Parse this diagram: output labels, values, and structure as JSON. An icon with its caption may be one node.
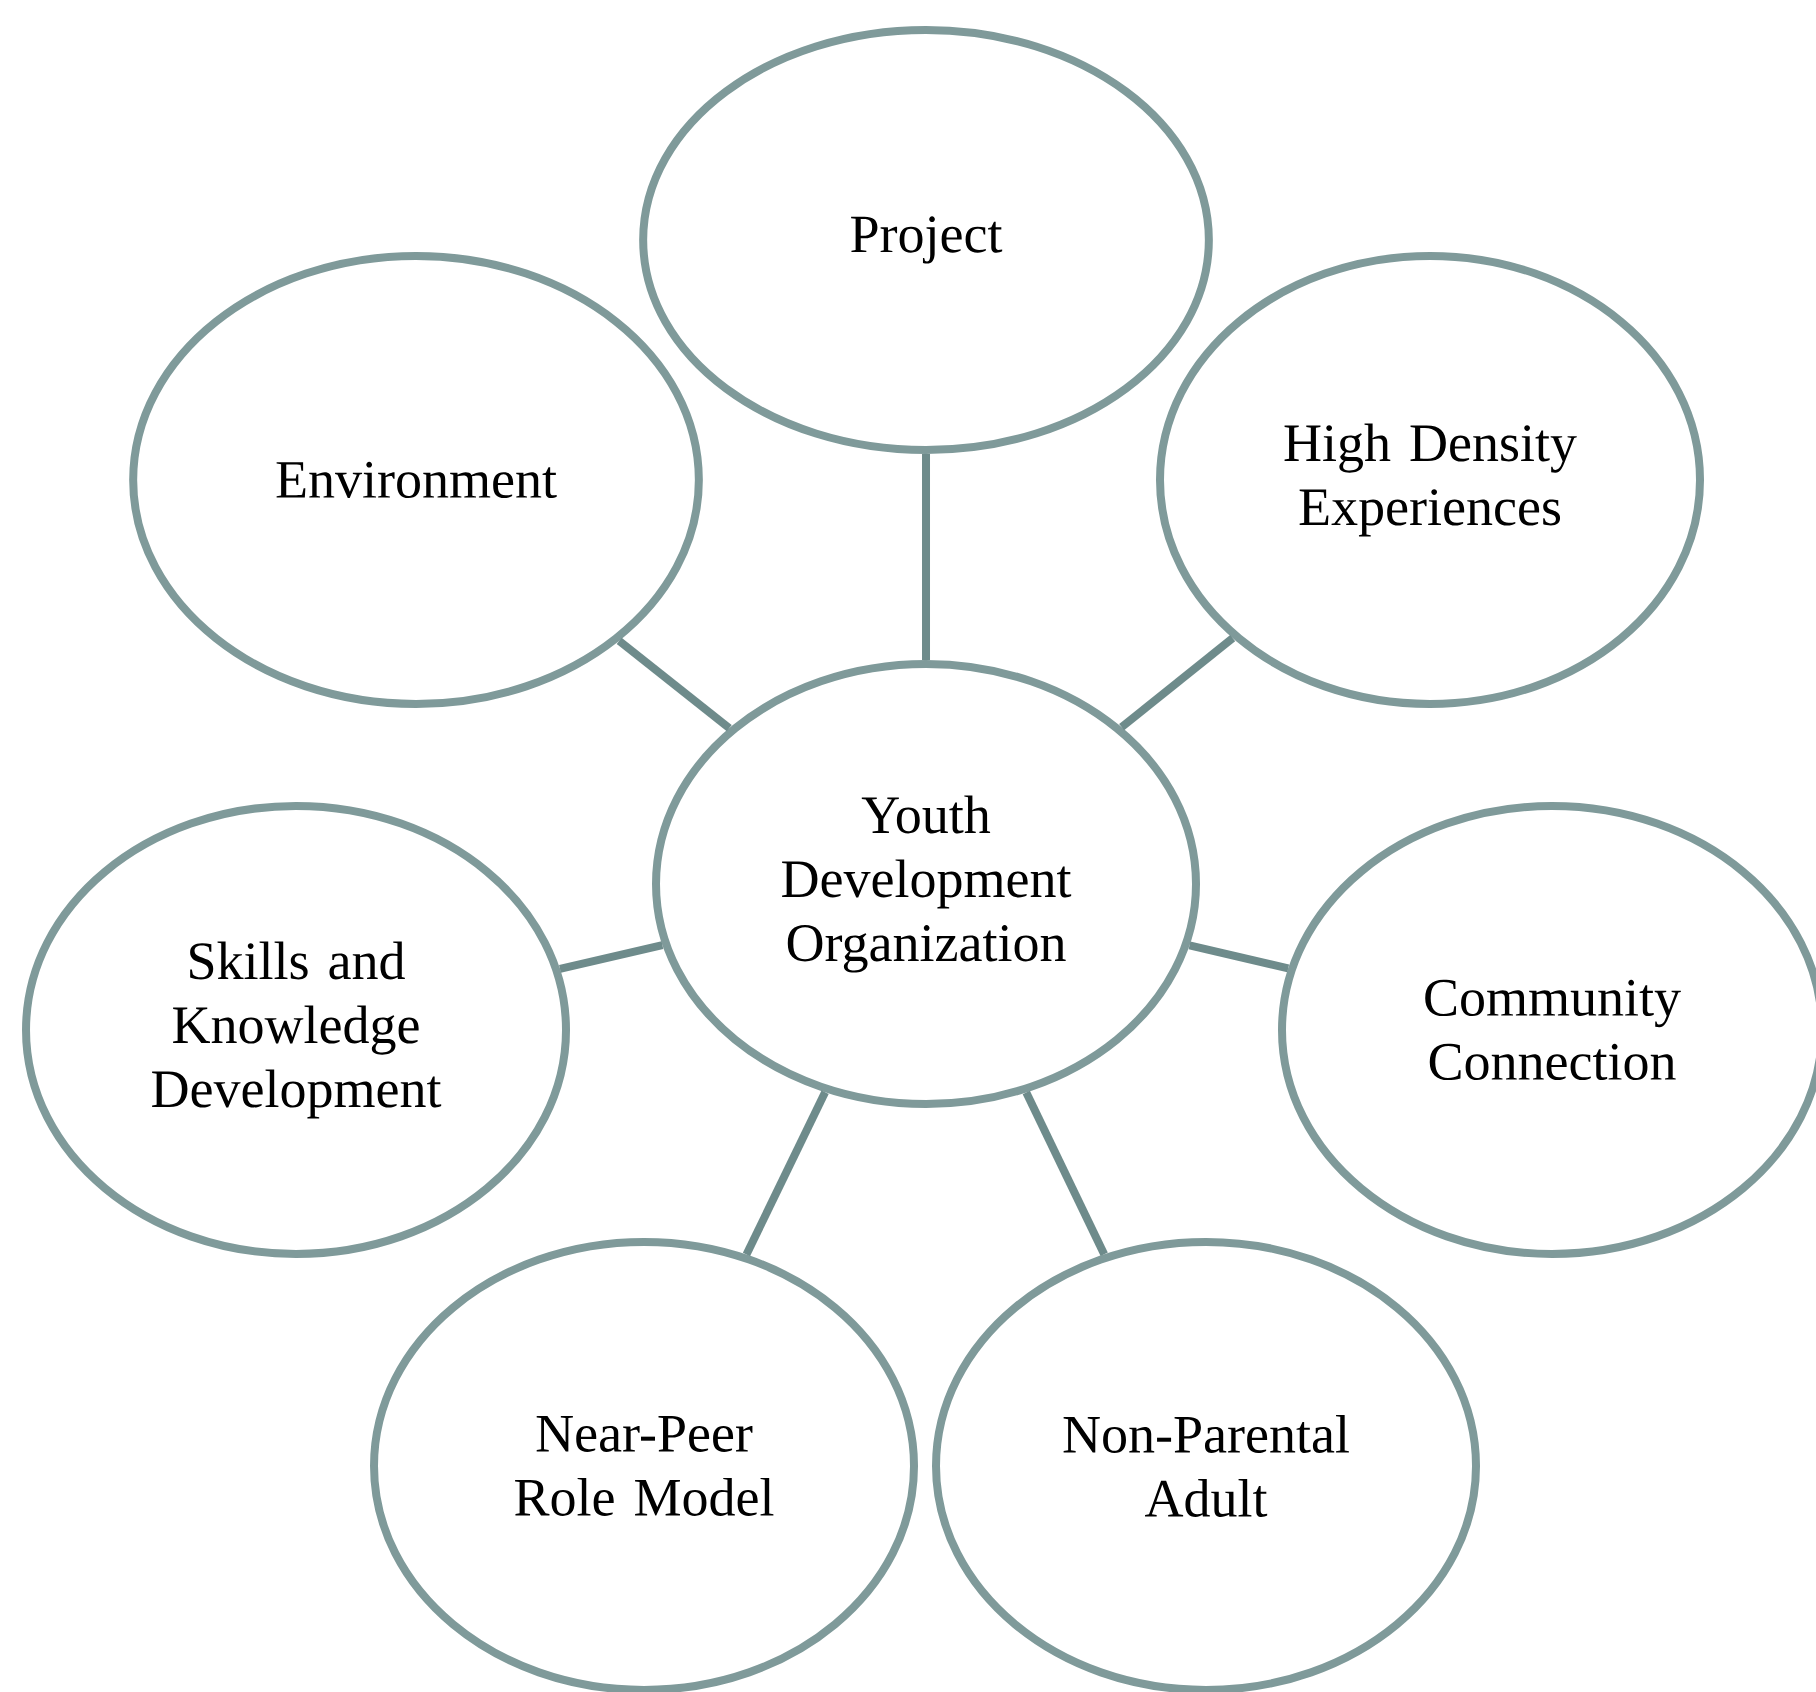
{
  "diagram": {
    "nodes": [
      {
        "text": [
          "Project"
        ]
      },
      {
        "text": [
          "Environment"
        ]
      },
      {
        "text": [
          "High Density Experiences"
        ]
      },
      {
        "text": [
          "Youth Development Organization"
        ]
      },
      {
        "text": [
          "Skills and Knowledge Development"
        ]
      },
      {
        "text": [
          "Community Connection"
        ]
      },
      {
        "text": [
          "Near-Peer Role Model"
        ]
      },
      {
        "text": [
          "Non-Parental Adult"
        ]
      }
    ],
    "edges": [
      {
        "from": 3,
        "to": 0,
        "arrow": "none"
      },
      {
        "from": 3,
        "to": 1,
        "arrow": "none"
      },
      {
        "from": 3,
        "to": 2,
        "arrow": "none"
      },
      {
        "from": 3,
        "to": 4,
        "arrow": "none"
      },
      {
        "from": 3,
        "to": 5,
        "arrow": "none"
      },
      {
        "from": 3,
        "to": 6,
        "arrow": "none"
      },
      {
        "from": 3,
        "to": 7,
        "arrow": "none"
      }
    ]
  }
}
